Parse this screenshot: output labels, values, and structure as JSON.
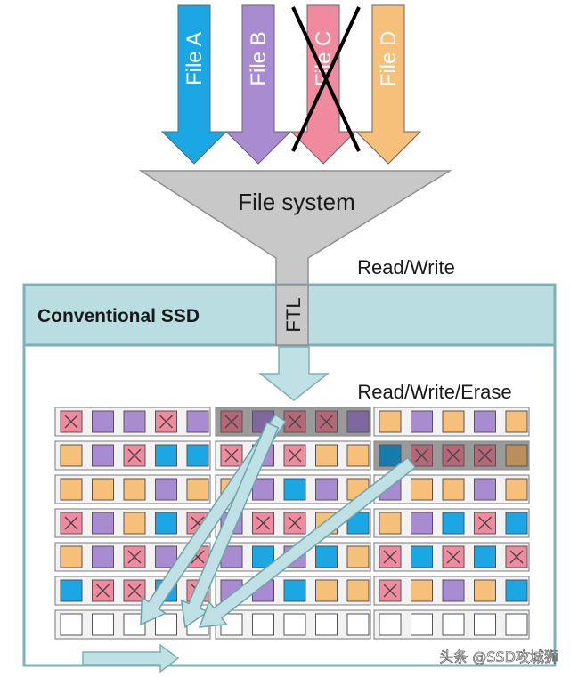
{
  "files": [
    {
      "label": "File A",
      "color": "#1ba6e4",
      "deleted": false
    },
    {
      "label": "File B",
      "color": "#a98bd1",
      "deleted": false
    },
    {
      "label": "File C",
      "color": "#f08a9e",
      "deleted": true
    },
    {
      "label": "File D",
      "color": "#f7c07a",
      "deleted": false
    }
  ],
  "file_system_label": "File system",
  "ftl_label": "FTL",
  "read_write_label": "Read/Write",
  "ssd_label": "Conventional SSD",
  "read_write_erase_label": "Read/Write/Erase",
  "watermark": "头条 @SSD攻城狮",
  "colors": {
    "ssd_band": "#b9dde1",
    "ssd_border": "#7fb0b6",
    "funnel": "#c8c8c8",
    "arrow_teal": "#bfe0e4",
    "cell_blue": "#1ba6e4",
    "cell_purple": "#a98bd1",
    "cell_pink": "#f08a9e",
    "cell_orange": "#f7c07a"
  },
  "blocks": [
    [
      [
        "P",
        "U",
        "U",
        "P",
        "U"
      ],
      [
        "O",
        "U",
        "P",
        "B",
        "B"
      ],
      [
        "O",
        "O",
        "O",
        "U",
        "O"
      ],
      [
        "P",
        "U",
        "O",
        "B",
        "P"
      ],
      [
        "O",
        "U",
        "P",
        "U",
        "P"
      ],
      [
        "B",
        "P",
        "P",
        "B",
        "P"
      ],
      [
        "E",
        "E",
        "E",
        "E",
        "E"
      ]
    ],
    [
      [
        "P",
        "U",
        "P",
        "P",
        "U"
      ],
      [
        "P",
        "U",
        "P",
        "O",
        "O"
      ],
      [
        "O",
        "U",
        "B",
        "U",
        "O"
      ],
      [
        "U",
        "P",
        "P",
        "O",
        "B"
      ],
      [
        "U",
        "B",
        "U",
        "B",
        "O"
      ],
      [
        "U",
        "U",
        "B",
        "O",
        "O"
      ],
      [
        "E",
        "E",
        "E",
        "E",
        "E"
      ]
    ],
    [
      [
        "O",
        "U",
        "O",
        "U",
        "O"
      ],
      [
        "B",
        "P",
        "P",
        "P",
        "O"
      ],
      [
        "U",
        "O",
        "O",
        "U",
        "O"
      ],
      [
        "O",
        "U",
        "B",
        "P",
        "B"
      ],
      [
        "P",
        "B",
        "P",
        "B",
        "P"
      ],
      [
        "P",
        "O",
        "U",
        "O",
        "B"
      ],
      [
        "E",
        "E",
        "E",
        "E",
        "E"
      ]
    ]
  ],
  "highlight_rows": [
    [
      1,
      0
    ],
    [
      2,
      1
    ]
  ]
}
